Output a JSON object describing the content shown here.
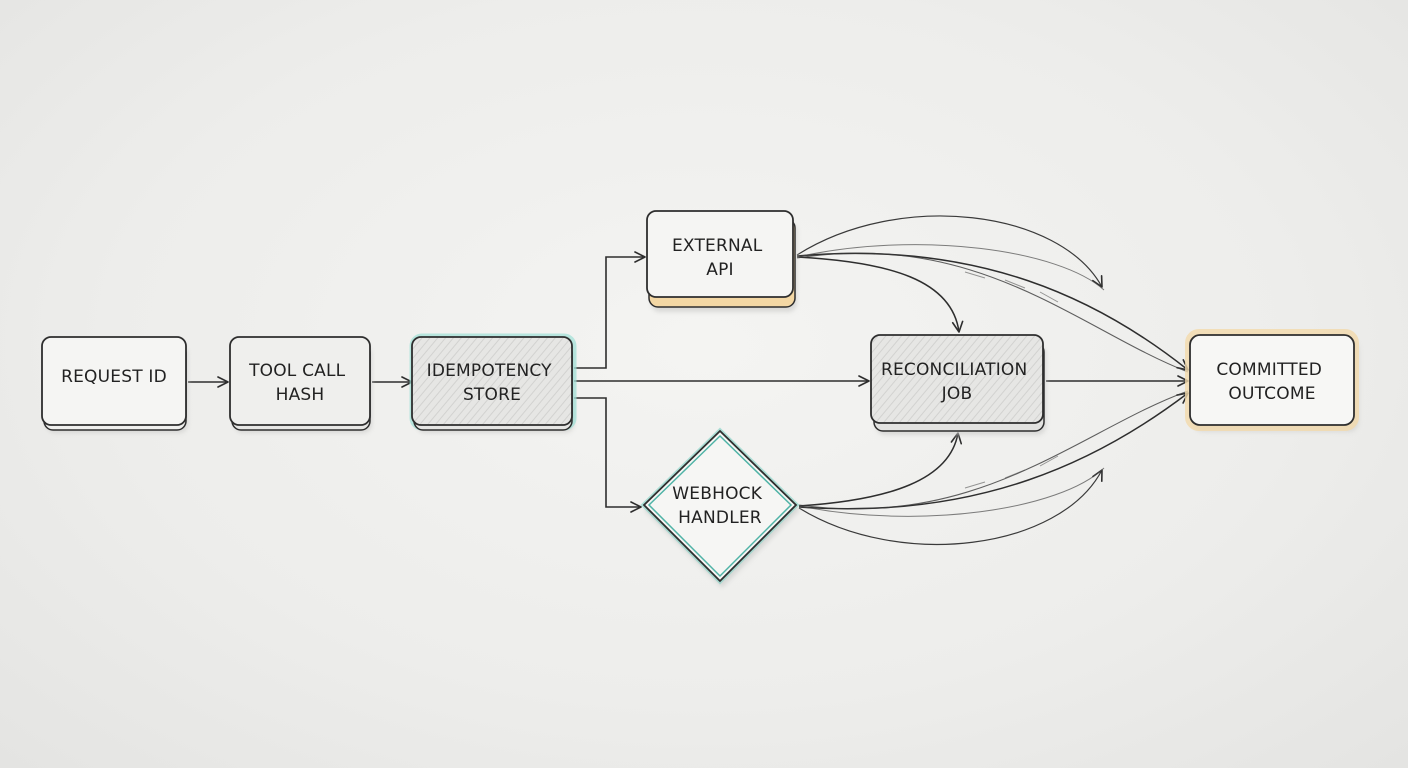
{
  "diagram": {
    "nodes": [
      {
        "id": "request-id",
        "lines": [
          "REQUEST ID"
        ]
      },
      {
        "id": "tool-call-hash",
        "lines": [
          "TOOL CALL",
          "HASH"
        ]
      },
      {
        "id": "idempotency-store",
        "lines": [
          "IDEMPOTENCY",
          "STORE"
        ],
        "accent": "#5fc4b8"
      },
      {
        "id": "external-api",
        "lines": [
          "EXTERNAL",
          "API"
        ],
        "accent": "#f1c27d"
      },
      {
        "id": "webhook-handler",
        "lines": [
          "WEBHOCK",
          "HANDLER"
        ],
        "accent": "#4fb3a6"
      },
      {
        "id": "reconciliation-job",
        "lines": [
          "RECONCILIATION",
          "JOB"
        ]
      },
      {
        "id": "committed-outcome",
        "lines": [
          "COMMITTED",
          "OUTCOME"
        ],
        "accent": "#f0c98a"
      }
    ],
    "edges": [
      {
        "from": "request-id",
        "to": "tool-call-hash"
      },
      {
        "from": "tool-call-hash",
        "to": "idempotency-store"
      },
      {
        "from": "idempotency-store",
        "to": "external-api"
      },
      {
        "from": "idempotency-store",
        "to": "reconciliation-job"
      },
      {
        "from": "idempotency-store",
        "to": "webhook-handler"
      },
      {
        "from": "external-api",
        "to": "reconciliation-job"
      },
      {
        "from": "external-api",
        "to": "committed-outcome"
      },
      {
        "from": "webhook-handler",
        "to": "reconciliation-job"
      },
      {
        "from": "webhook-handler",
        "to": "committed-outcome"
      },
      {
        "from": "reconciliation-job",
        "to": "committed-outcome"
      }
    ],
    "colors": {
      "stroke": "#2e2e2e",
      "box_fill": "#f5f5f3",
      "box_fill_shaded": "#e3e3e1"
    }
  }
}
